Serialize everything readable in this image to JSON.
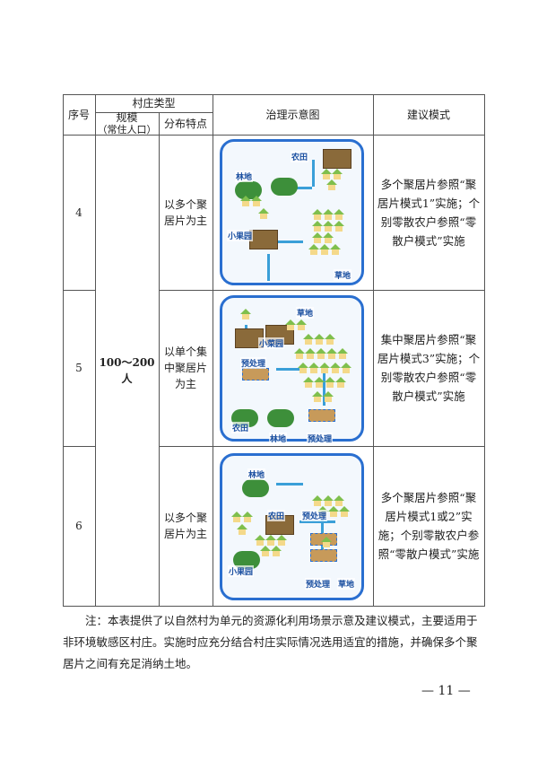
{
  "header": {
    "seq": "序号",
    "village_type": "村庄类型",
    "scale": "规模",
    "scale_sub": "（常住人口）",
    "distribution": "分布特点",
    "diagram": "治理示意图",
    "mode": "建议模式"
  },
  "scale_value": "100～200人",
  "rows": [
    {
      "seq": "4",
      "distribution": "以多个聚居片为主",
      "mode": "多个聚居片参照“聚居片模式1”实施；个别零散农户参照“零散户模式”实施",
      "labels": [
        "农田",
        "林地",
        "小果园",
        "草地"
      ]
    },
    {
      "seq": "5",
      "distribution": "以单个集中聚居片为主",
      "mode": "集中聚居片参照“聚居片模式3”实施；个别零散农户参照“零散户模式”实施",
      "labels": [
        "草地",
        "小菜园",
        "预处理",
        "农田",
        "林地",
        "预处理"
      ]
    },
    {
      "seq": "6",
      "distribution": "以多个聚居片为主",
      "mode": "多个聚居片参照“聚居片模式1或2”实施；个别零散农户参照“零散户模式”实施",
      "labels": [
        "林地",
        "农田",
        "预处理",
        "小果园",
        "预处理",
        "草地"
      ]
    }
  ],
  "note": "注：本表提供了以自然村为单元的资源化利用场景示意及建议模式，主要适用于非环境敏感区村庄。实施时应充分结合村庄实际情况选用适宜的措施，并确保多个聚居片之间有充足消纳土地。",
  "page_number": "— 11 —"
}
